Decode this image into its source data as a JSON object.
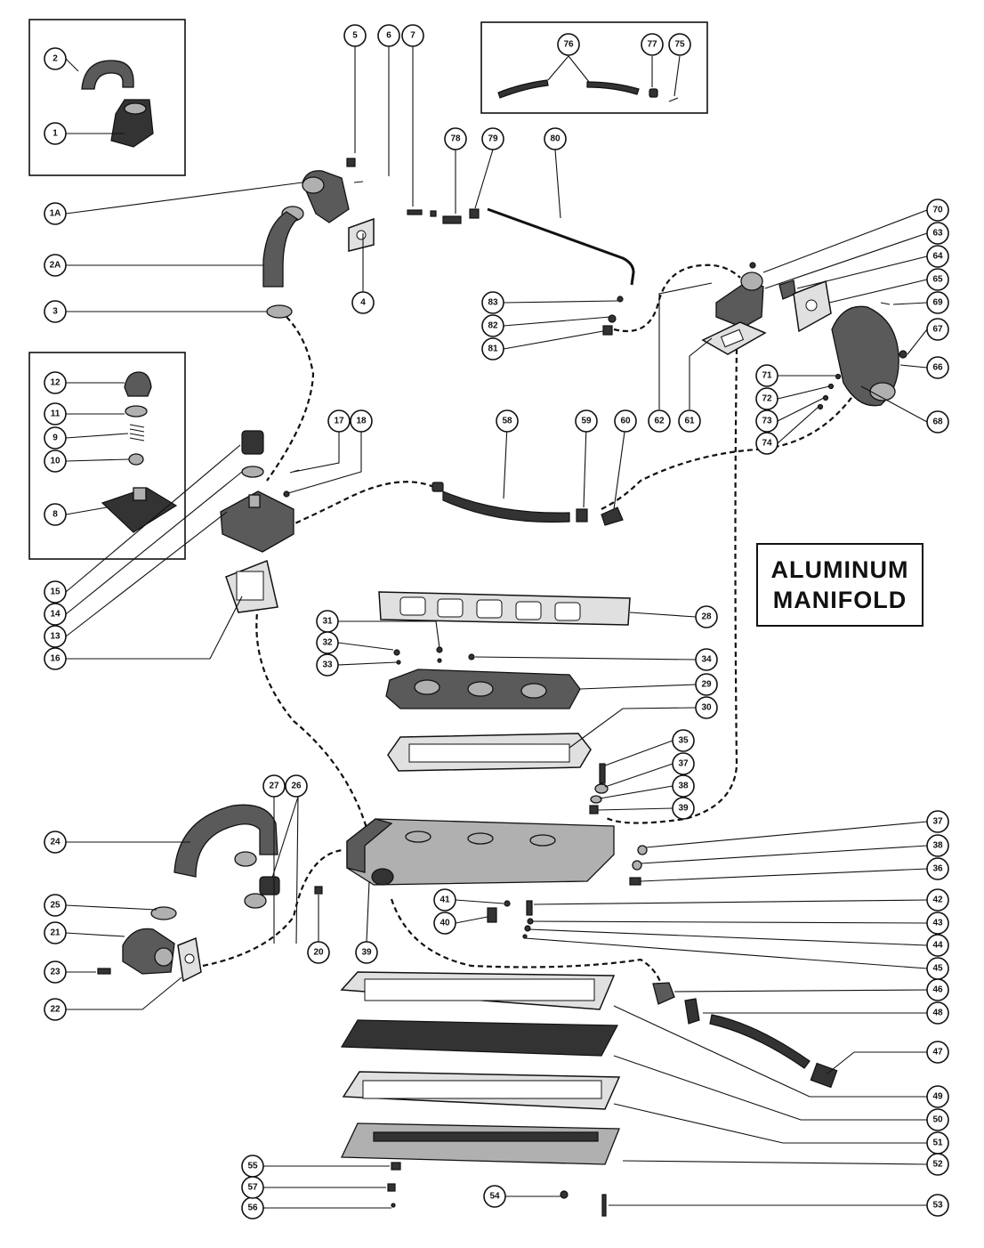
{
  "title": {
    "line1": "ALUMINUM",
    "line2": "MANIFOLD"
  },
  "callouts": [
    "1",
    "2",
    "1A",
    "2A",
    "3",
    "4",
    "5",
    "6",
    "7",
    "8",
    "9",
    "10",
    "11",
    "12",
    "13",
    "14",
    "15",
    "16",
    "17",
    "18",
    "20",
    "21",
    "22",
    "23",
    "24",
    "25",
    "26",
    "27",
    "28",
    "29",
    "30",
    "31",
    "32",
    "33",
    "34",
    "35",
    "36",
    "37",
    "38",
    "39",
    "40",
    "41",
    "42",
    "43",
    "44",
    "45",
    "46",
    "47",
    "48",
    "49",
    "50",
    "51",
    "52",
    "53",
    "54",
    "55",
    "56",
    "57",
    "58",
    "59",
    "60",
    "61",
    "62",
    "63",
    "64",
    "65",
    "66",
    "67",
    "68",
    "69",
    "70",
    "71",
    "72",
    "73",
    "74",
    "75",
    "76",
    "77",
    "78",
    "79",
    "80",
    "81",
    "82",
    "83"
  ]
}
